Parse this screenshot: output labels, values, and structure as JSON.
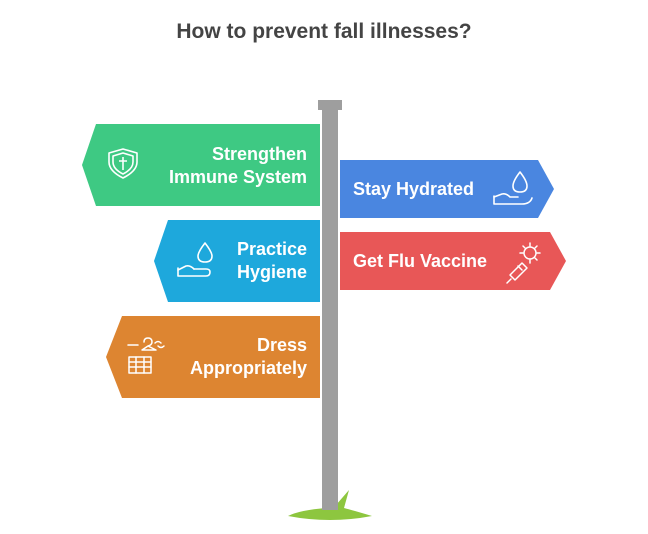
{
  "title": "How to prevent fall illnesses?",
  "colors": {
    "pole": "#9e9e9e",
    "grass": "#8dc63f",
    "strengthen": "#3ec983",
    "hydrated": "#4a86e0",
    "hygiene": "#1ea8dc",
    "vaccine": "#e85757",
    "dress": "#dd8531"
  },
  "signs": {
    "strengthen": {
      "line1": "Strengthen",
      "line2": "Immune System",
      "icon": "shield-cross-icon"
    },
    "hydrated": {
      "line1": "Stay Hydrated",
      "icon": "hand-water-drop-icon"
    },
    "hygiene": {
      "line1": "Practice",
      "line2": "Hygiene",
      "icon": "hand-drop-icon"
    },
    "vaccine": {
      "line1": "Get Flu Vaccine",
      "icon": "syringe-virus-icon"
    },
    "dress": {
      "line1": "Dress",
      "line2": "Appropriately",
      "icon": "clothes-hanger-icon"
    }
  }
}
